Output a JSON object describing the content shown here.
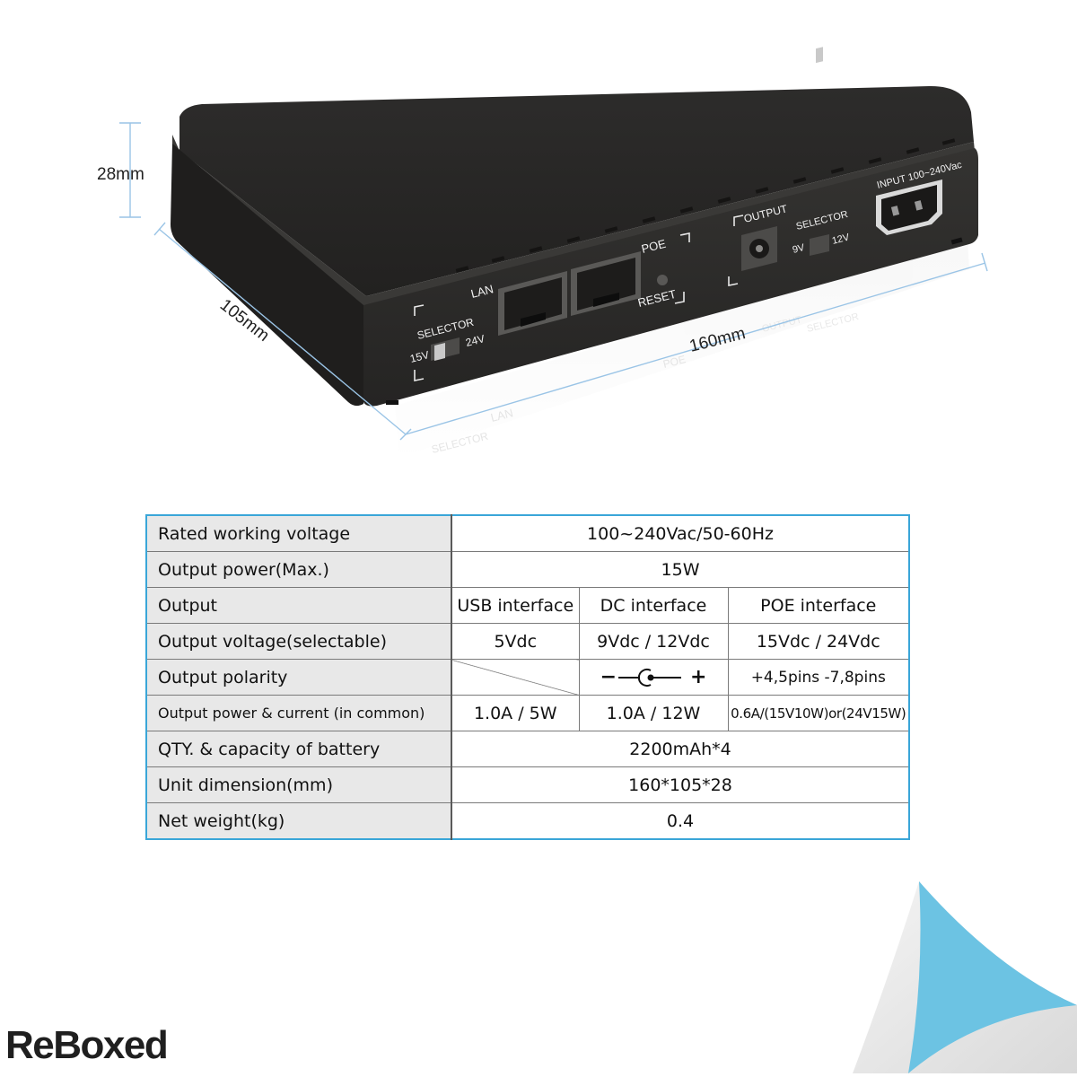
{
  "product": {
    "dim_height": "28mm",
    "dim_depth": "105mm",
    "dim_width": "160mm",
    "port_labels": {
      "input": "INPUT 100~240Vac",
      "output": "OUTPUT",
      "selector_dc": "SELECTOR",
      "sel_9v": "9V",
      "sel_12v": "12V",
      "poe": "POE",
      "reset": "RESET",
      "lan": "LAN",
      "selector_poe": "SELECTOR",
      "sel_15v": "15V",
      "sel_24v": "24V"
    }
  },
  "spec_table": {
    "rated_voltage": {
      "label": "Rated working voltage",
      "value": "100~240Vac/50-60Hz"
    },
    "output_power": {
      "label": "Output power(Max.)",
      "value": "15W"
    },
    "output": {
      "label": "Output",
      "usb": "USB interface",
      "dc": "DC interface",
      "poe": "POE interface"
    },
    "output_voltage": {
      "label": "Output voltage(selectable)",
      "usb": "5Vdc",
      "dc": "9Vdc / 12Vdc",
      "poe": "15Vdc / 24Vdc"
    },
    "output_polarity": {
      "label": "Output polarity",
      "dc_minus": "−",
      "dc_plus": "+",
      "poe": "+4,5pins -7,8pins"
    },
    "output_current": {
      "label": "Output power & current (in common)",
      "usb": "1.0A / 5W",
      "dc": "1.0A / 12W",
      "poe": "0.6A/(15V10W)or(24V15W)"
    },
    "battery": {
      "label": "QTY. & capacity of battery",
      "value": "2200mAh*4"
    },
    "dimension": {
      "label": "Unit dimension(mm)",
      "value": "160*105*28"
    },
    "weight": {
      "label": "Net weight(kg)",
      "value": "0.4"
    }
  },
  "brand": {
    "logo_text": "ReBoxed"
  },
  "colors": {
    "device_body": "#2b2a29",
    "device_top": "#262524",
    "dimension_lines": "#9ac4e6",
    "table_border": "#3aa6d8",
    "label_bg": "#e8e8e8",
    "corner_accent": "#6cc3e3"
  }
}
